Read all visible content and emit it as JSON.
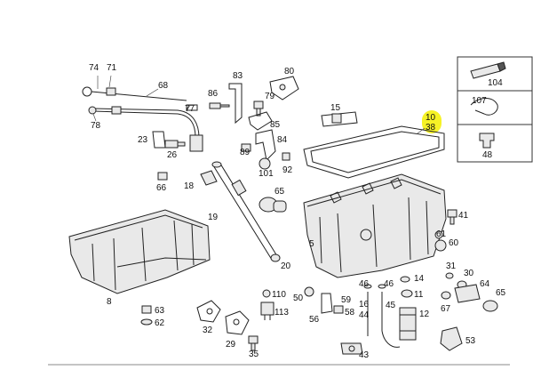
{
  "callouts": {
    "c74": "74",
    "c71": "71",
    "c68": "68",
    "c78": "78",
    "c77": "77",
    "c83": "83",
    "c80": "80",
    "c86": "86",
    "c79": "79",
    "c85": "85",
    "c15": "15",
    "c10": "10",
    "c38": "38",
    "c23": "23",
    "c26": "26",
    "c89": "89",
    "c84": "84",
    "c101": "101",
    "c92": "92",
    "c66": "66",
    "c18": "18",
    "c65a": "65",
    "c19": "19",
    "c20": "20",
    "c5": "5",
    "c41": "41",
    "c61": "61",
    "c60": "60",
    "c8": "8",
    "c110": "110",
    "c113": "113",
    "c63": "63",
    "c62": "62",
    "c50": "50",
    "c56": "56",
    "c59": "59",
    "c58": "58",
    "c16": "16",
    "c46a": "46",
    "c46b": "46",
    "c44": "44",
    "c45": "45",
    "c14": "14",
    "c11": "11",
    "c12": "12",
    "c31": "31",
    "c30": "30",
    "c64": "64",
    "c65b": "65",
    "c67": "67",
    "c53": "53",
    "c32": "32",
    "c29": "29",
    "c35": "35",
    "c43": "43",
    "c104": "104",
    "c107": "107",
    "c48": "48"
  },
  "highlight_color": "#f4f000"
}
